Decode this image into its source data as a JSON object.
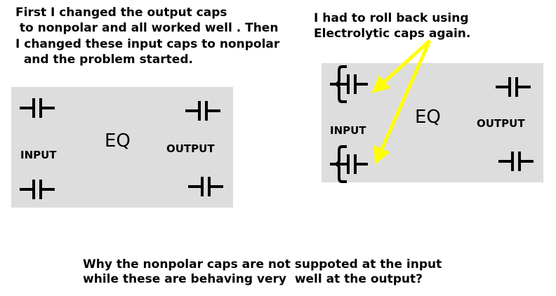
{
  "texts": {
    "left_note_line1": "First I changed the output caps",
    "left_note_line2": " to nonpolar and all worked well . Then",
    "left_note_line3": "I changed these input caps to nonpolar",
    "left_note_line4": "  and the problem started.",
    "right_note_line1": "I had to roll back using",
    "right_note_line2": "Electrolytic caps again.",
    "question_line1": "Why the nonpolar caps are not suppoted at the input",
    "question_line2": "while these are behaving very  well at the output?"
  },
  "left_diagram": {
    "eq_label": "EQ",
    "input_label": "INPUT",
    "output_label": "OUTPUT",
    "input_caps": [
      "nonpolar-capacitor-icon",
      "nonpolar-capacitor-icon"
    ],
    "output_caps": [
      "nonpolar-capacitor-icon",
      "nonpolar-capacitor-icon"
    ]
  },
  "right_diagram": {
    "eq_label": "EQ",
    "input_label": "INPUT",
    "output_label": "OUTPUT",
    "input_caps": [
      "electrolytic-capacitor-icon",
      "electrolytic-capacitor-icon"
    ],
    "output_caps": [
      "nonpolar-capacitor-icon",
      "nonpolar-capacitor-icon"
    ]
  },
  "colors": {
    "panel": "#dddddd",
    "arrow": "#ffff00",
    "ink": "#000000"
  }
}
